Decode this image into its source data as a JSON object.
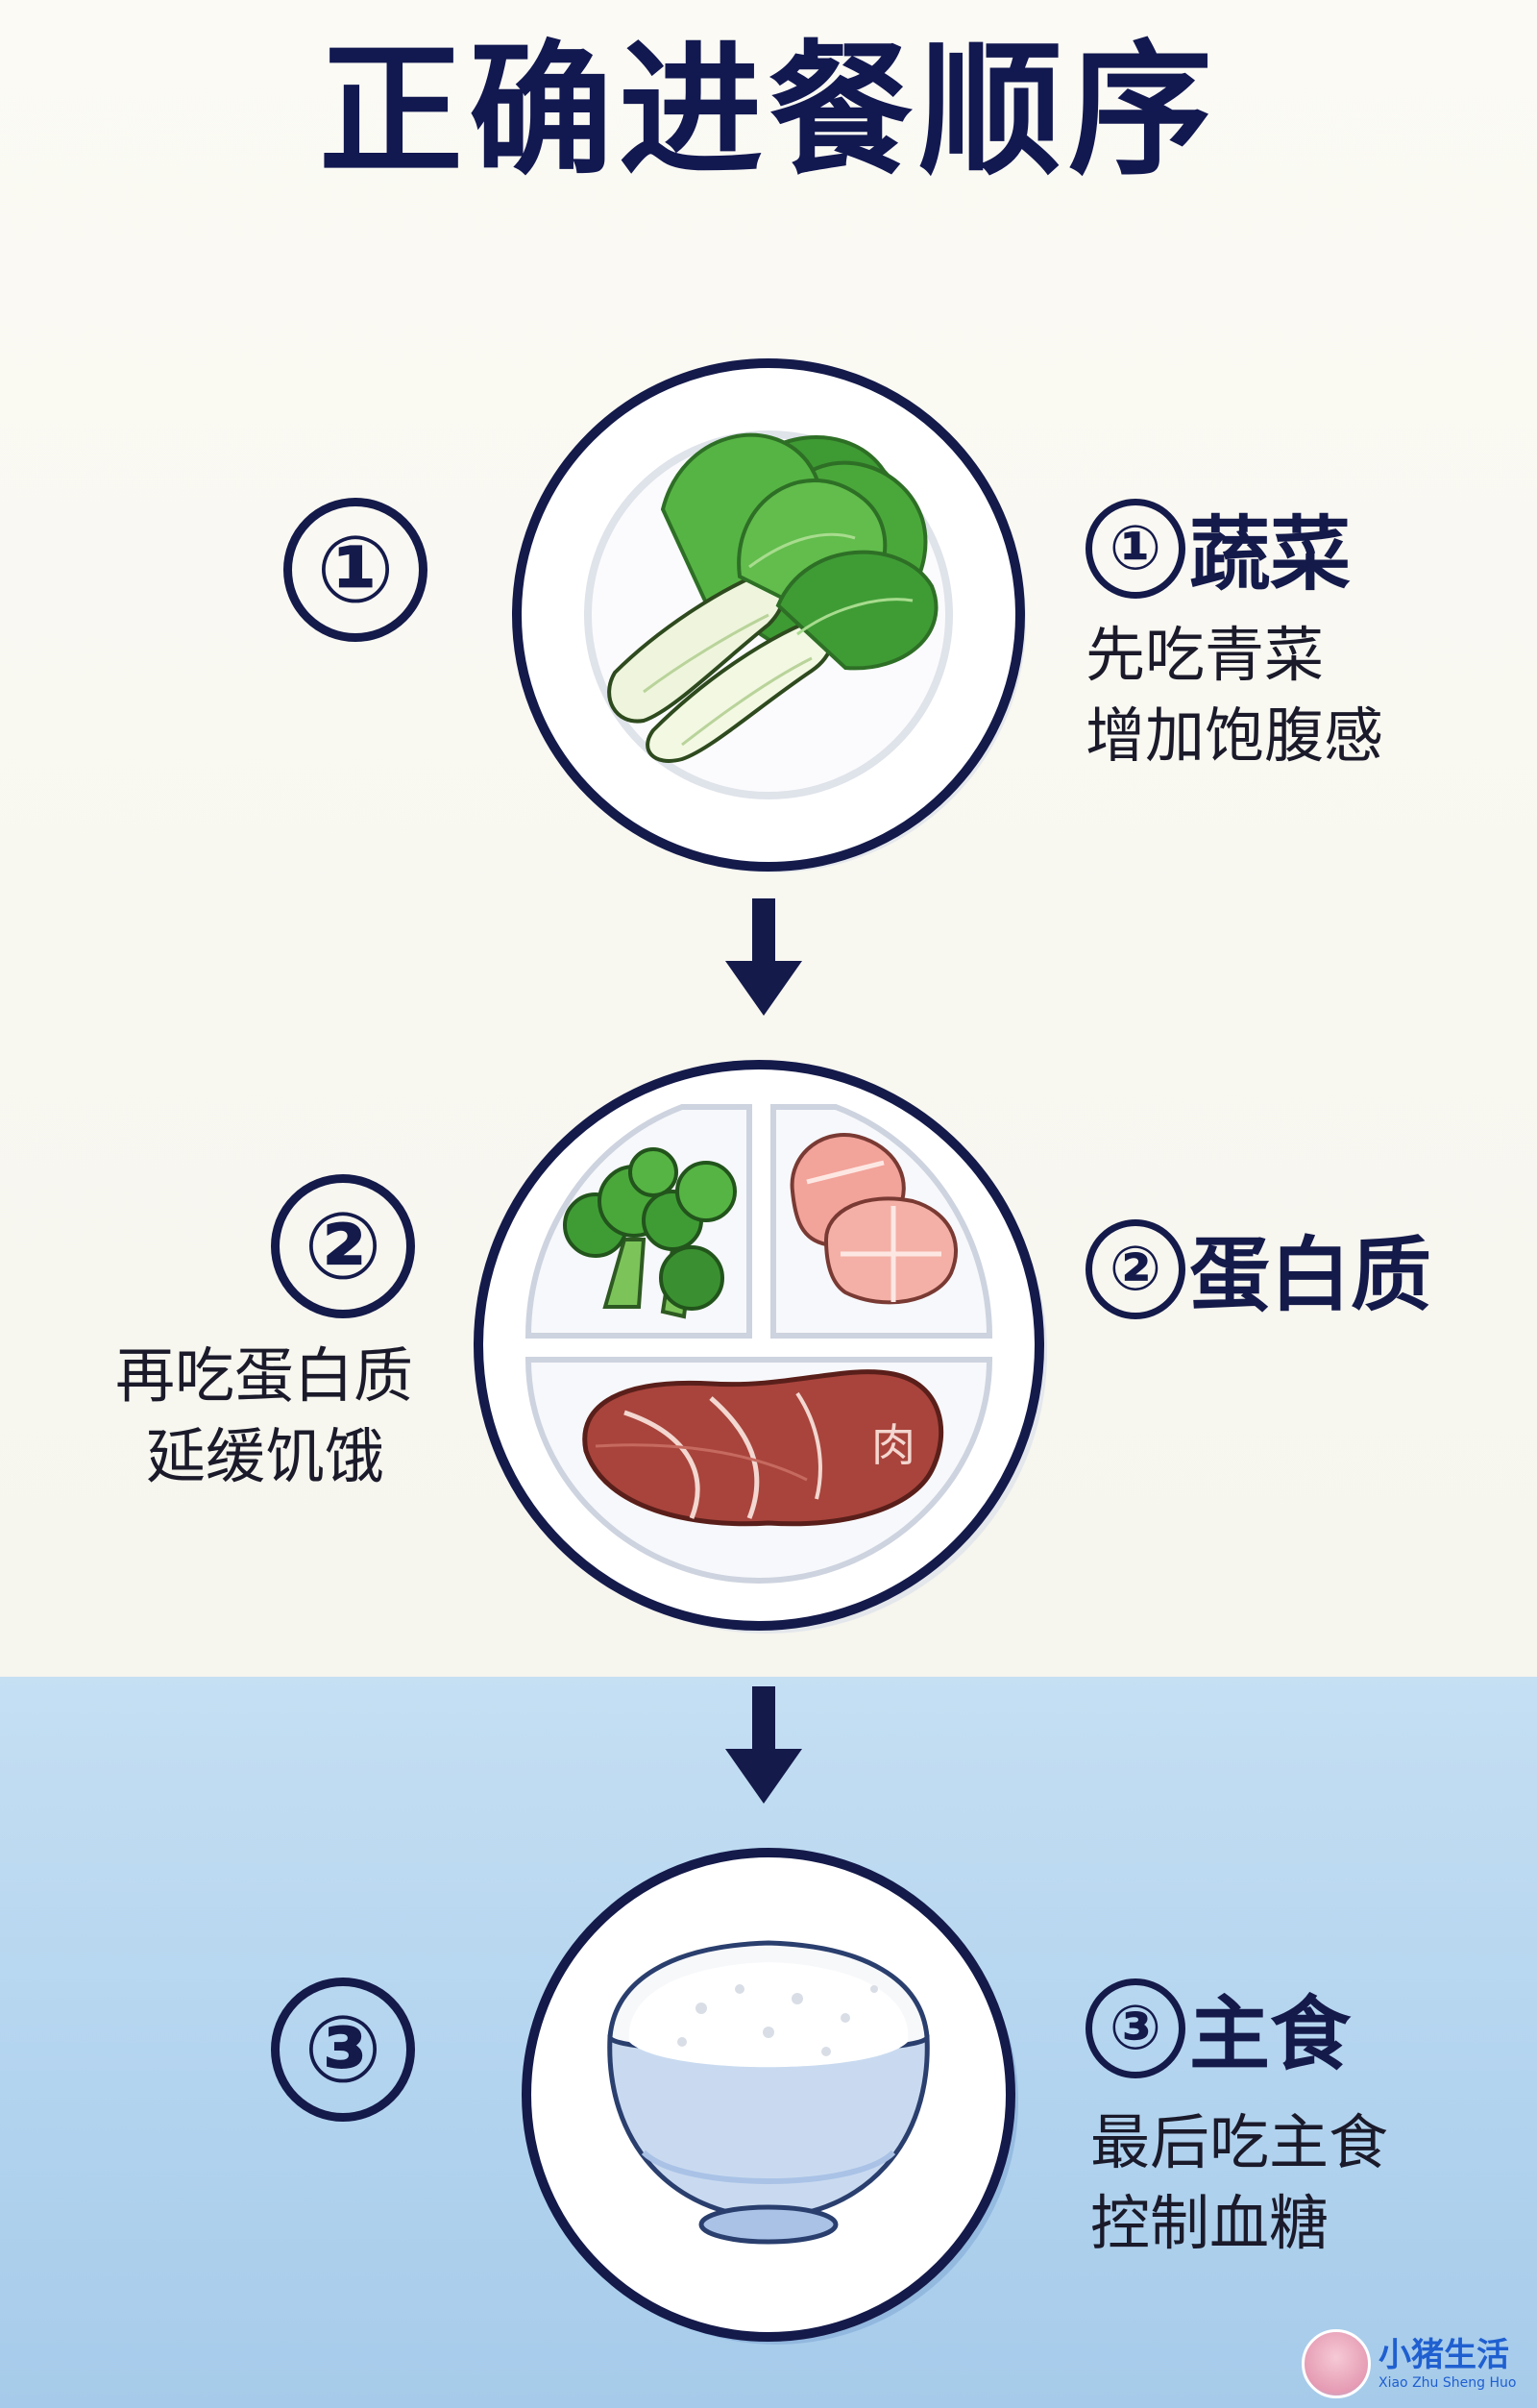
{
  "title": "正确进餐顺序",
  "steps": [
    {
      "number": "①",
      "heading_number": "①",
      "heading": "蔬菜",
      "lines": [
        "先吃青菜",
        "增加饱腹感"
      ],
      "illustration": "bok-choy"
    },
    {
      "number": "②",
      "heading_number": "②",
      "heading": "蛋白质",
      "lines": [
        "再吃蛋白质",
        "延缓饥饿"
      ],
      "illustration": "broccoli-ham-meat",
      "meat_label": "肉"
    },
    {
      "number": "③",
      "heading_number": "③",
      "heading": "主食",
      "lines": [
        "最后吃主食",
        "控制血糖"
      ],
      "illustration": "rice-bowl"
    }
  ],
  "logo": {
    "name": "小猪生活",
    "pinyin": "Xiao Zhu Sheng Huo"
  },
  "colors": {
    "navy": "#141a4a",
    "background": "#fbfaf5",
    "blue_band": "#b3d4ef",
    "vegetable_green": "#4aa83a",
    "meat_red": "#a8443c",
    "ham_pink": "#f2a39a"
  },
  "icons": [
    "down-arrow-icon",
    "down-arrow-icon"
  ]
}
